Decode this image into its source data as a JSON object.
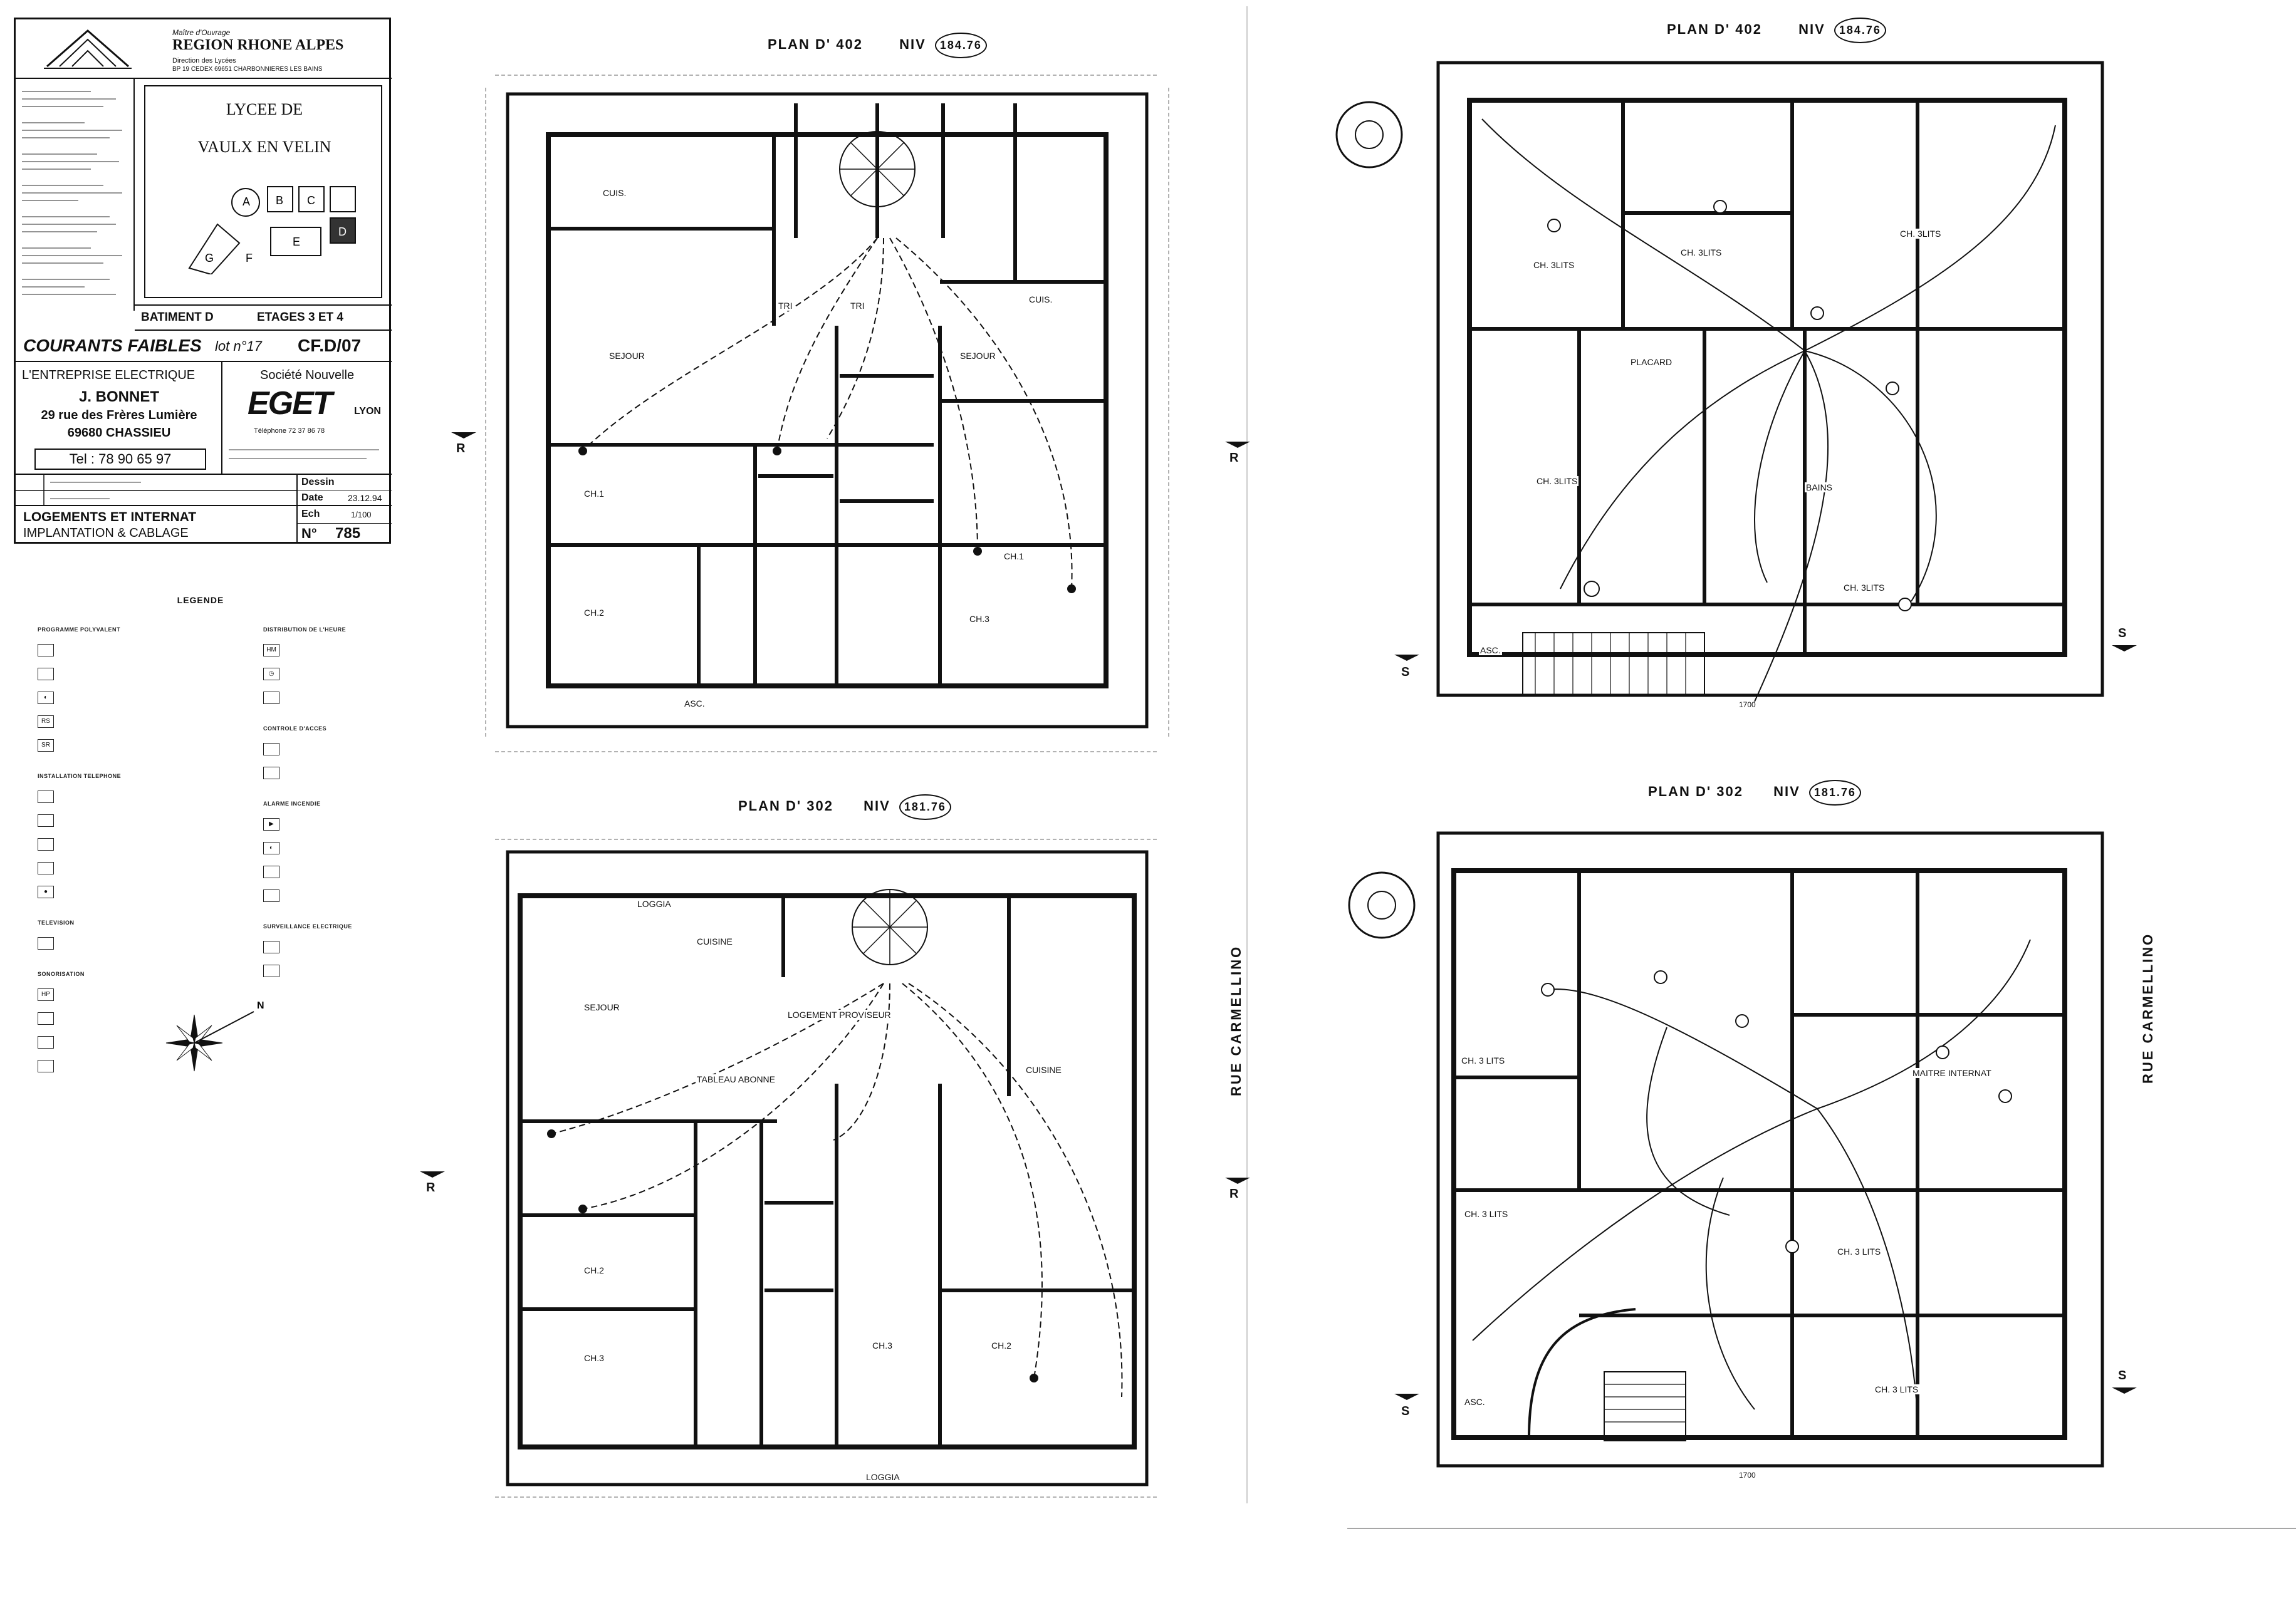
{
  "cartouche": {
    "maitre_label": "Maître d'Ouvrage",
    "maitre": "REGION RHONE ALPES",
    "maitre_sub": "Direction des Lycées",
    "maitre_addr": "BP 19 CEDEX 69651 CHARBONNIERES LES BAINS",
    "project_l1": "LYCEE DE",
    "project_l2": "VAULX EN VELIN",
    "blocks": [
      "A",
      "B",
      "C",
      "D",
      "E",
      "F",
      "G"
    ],
    "batiment": "BATIMENT D",
    "etages": "ETAGES 3 ET 4",
    "lot_title": "COURANTS FAIBLES",
    "lot_no": "lot n°17",
    "doc_code": "CF.D/07",
    "contractor_l1": "L'ENTREPRISE ELECTRIQUE",
    "contractor_name": "J. BONNET",
    "contractor_addr1": "29 rue des Frères Lumière",
    "contractor_addr2": "69680 CHASSIEU",
    "contractor_tel": "Tel : 78 90 65 97",
    "company": "Société Nouvelle",
    "company_logo": "EGET",
    "company_city": "LYON",
    "company_tel": "Téléphone 72 37 86 78",
    "dessin_label": "Dessin",
    "date_label": "Date",
    "date_value": "23.12.94",
    "ech_label": "Ech",
    "ech_value": "1/100",
    "no_label": "N°",
    "no_value": "785",
    "subject_l1": "LOGEMENTS ET INTERNAT",
    "subject_l2": "IMPLANTATION & CABLAGE"
  },
  "legend": {
    "title": "LEGENDE",
    "sections": [
      {
        "title": "PROGRAMME POLYVALENT",
        "items": [
          {
            "sym": "",
            "label": ""
          },
          {
            "sym": "",
            "label": ""
          },
          {
            "sym": "◐",
            "label": ""
          },
          {
            "sym": "RS",
            "label": ""
          },
          {
            "sym": "SR",
            "label": ""
          }
        ]
      },
      {
        "title": "INSTALLATION TELEPHONE",
        "items": [
          {
            "sym": "",
            "label": ""
          },
          {
            "sym": "",
            "label": ""
          },
          {
            "sym": "",
            "label": ""
          },
          {
            "sym": "",
            "label": ""
          },
          {
            "sym": "●",
            "label": ""
          }
        ]
      },
      {
        "title": "TELEVISION",
        "items": [
          {
            "sym": "",
            "label": ""
          }
        ]
      },
      {
        "title": "SONORISATION",
        "items": [
          {
            "sym": "HP",
            "label": ""
          },
          {
            "sym": "",
            "label": ""
          },
          {
            "sym": "",
            "label": ""
          },
          {
            "sym": "",
            "label": ""
          }
        ]
      }
    ],
    "sections_right": [
      {
        "title": "DISTRIBUTION DE L'HEURE",
        "items": [
          {
            "sym": "HM",
            "label": ""
          },
          {
            "sym": "◷",
            "label": ""
          },
          {
            "sym": "",
            "label": ""
          }
        ]
      },
      {
        "title": "CONTROLE D'ACCES",
        "items": [
          {
            "sym": "",
            "label": ""
          },
          {
            "sym": "",
            "label": ""
          }
        ]
      },
      {
        "title": "ALARME INCENDIE",
        "items": [
          {
            "sym": "▶",
            "label": ""
          },
          {
            "sym": "◐",
            "label": ""
          },
          {
            "sym": "",
            "label": ""
          },
          {
            "sym": "",
            "label": ""
          }
        ]
      },
      {
        "title": "SURVEILLANCE ELECTRIQUE",
        "items": [
          {
            "sym": "",
            "label": ""
          },
          {
            "sym": "",
            "label": ""
          }
        ]
      }
    ]
  },
  "plans": {
    "tl": {
      "title": "PLAN D' 402",
      "niv_label": "NIV",
      "niv": "184.76"
    },
    "bl": {
      "title": "PLAN D' 302",
      "niv_label": "NIV",
      "niv": "181.76"
    },
    "tr": {
      "title": "PLAN D' 402",
      "niv_label": "NIV",
      "niv": "184.76"
    },
    "br": {
      "title": "PLAN D' 302",
      "niv_label": "NIV",
      "niv": "181.76"
    }
  },
  "street": "RUE CARMELLINO",
  "section_marks": {
    "r": "R",
    "s": "S"
  },
  "rooms_tl": [
    "CUIS.",
    "SEJOUR",
    "CH.1",
    "CH.2",
    "CH.3",
    "CH.1",
    "SEJOUR",
    "CUIS.",
    "ASC.",
    "TRI",
    "TRI"
  ],
  "rooms_bl": [
    "LOGGIA",
    "CUISINE",
    "SEJOUR",
    "CH.2",
    "CH.3",
    "CH.3",
    "CH.2",
    "CUISINE",
    "LOGGIA",
    "LOGEMENT PROVISEUR",
    "TABLEAU ABONNE"
  ],
  "rooms_tr": [
    "CH. 3LITS",
    "CH. 3LITS",
    "CH. 3LITS",
    "CH. 3LITS",
    "CH. 3LITS",
    "PLACARD",
    "ASC.",
    "BAINS"
  ],
  "rooms_br": [
    "CH. 3 LITS",
    "CH. 3 LITS",
    "CH. 3 LITS",
    "CH. 3 LITS",
    "MAITRE INTERNAT",
    "ASC."
  ],
  "dims": {
    "width": "1700",
    "height": "1700"
  }
}
